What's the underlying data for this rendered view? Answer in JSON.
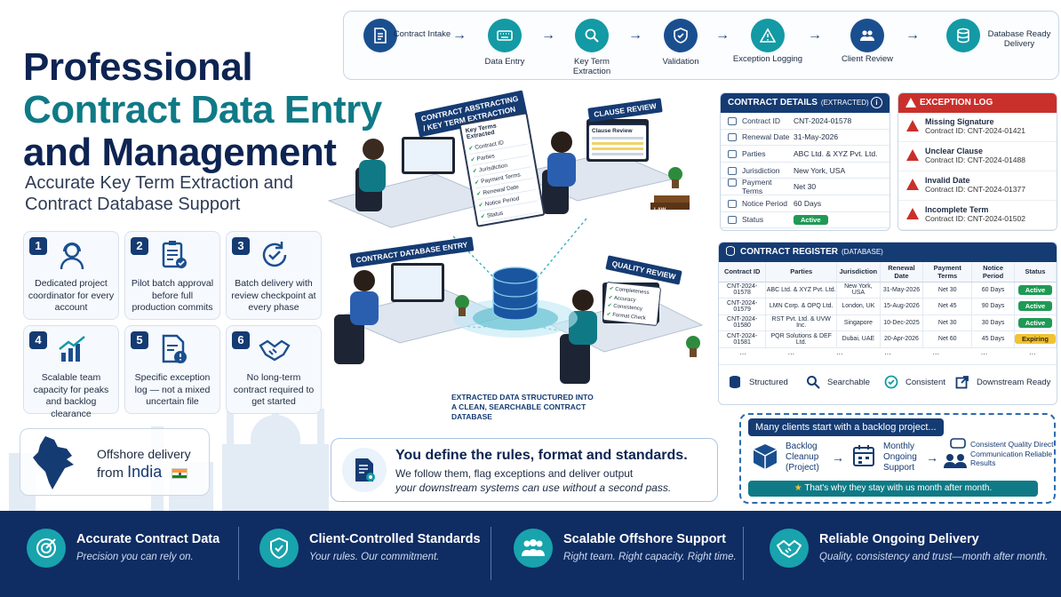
{
  "headline": {
    "line1": "Professional",
    "line2": "Contract Data Entry",
    "line3": "and Management",
    "sub1": "Accurate Key Term Extraction and",
    "sub2": "Contract Database Support"
  },
  "features": [
    {
      "num": "1",
      "text": "Dedicated project coordinator for every account",
      "icon": "headset-person-icon"
    },
    {
      "num": "2",
      "text": "Pilot batch approval before full production commits",
      "icon": "clipboard-check-icon"
    },
    {
      "num": "3",
      "text": "Batch delivery with review checkpoint at every phase",
      "icon": "cycle-check-icon"
    },
    {
      "num": "4",
      "text": "Scalable team capacity for peaks and backlog clearance",
      "icon": "growth-chart-icon"
    },
    {
      "num": "5",
      "text": "Specific exception log — not a mixed uncertain file",
      "icon": "document-alert-icon"
    },
    {
      "num": "6",
      "text": "No long-term contract required to get started",
      "icon": "handshake-icon"
    }
  ],
  "flow": [
    {
      "label": "Contract Intake",
      "icon": "document-icon"
    },
    {
      "label": "Data Entry",
      "icon": "keyboard-icon"
    },
    {
      "label": "Key Term Extraction",
      "icon": "magnifier-icon"
    },
    {
      "label": "Validation",
      "icon": "shield-check-icon"
    },
    {
      "label": "Exception Logging",
      "icon": "warning-icon"
    },
    {
      "label": "Client Review",
      "icon": "people-icon"
    },
    {
      "label": "Database Ready Delivery",
      "icon": "database-icon"
    }
  ],
  "scene": {
    "tag_abstract": "CONTRACT ABSTRACTING / KEY TERM EXTRACTION",
    "tag_clause": "CLAUSE REVIEW",
    "tag_dbentry": "CONTRACT DATABASE ENTRY",
    "tag_quality": "QUALITY REVIEW",
    "key_terms_title": "Key Terms Extracted",
    "key_terms": [
      "Contract ID",
      "Parties",
      "Jurisdiction",
      "Payment Terms",
      "Renewal Date",
      "Notice Period",
      "Status"
    ],
    "clause_review_title": "Clause Review",
    "quality_items": [
      "Completeness",
      "Accuracy",
      "Consistency",
      "Format Check"
    ],
    "book_label": "LAW",
    "caption": "EXTRACTED DATA STRUCTURED INTO A CLEAN, SEARCHABLE CONTRACT DATABASE"
  },
  "details": {
    "title": "CONTRACT DETAILS",
    "tag": "(EXTRACTED)",
    "rows": [
      {
        "k": "Contract ID",
        "v": "CNT-2024-01578"
      },
      {
        "k": "Renewal Date",
        "v": "31-May-2026"
      },
      {
        "k": "Parties",
        "v": "ABC Ltd. & XYZ Pvt. Ltd."
      },
      {
        "k": "Jurisdiction",
        "v": "New York, USA"
      },
      {
        "k": "Payment Terms",
        "v": "Net 30"
      },
      {
        "k": "Notice Period",
        "v": "60 Days"
      },
      {
        "k": "Status",
        "v": "Active"
      }
    ]
  },
  "exceptions": {
    "title": "EXCEPTION LOG",
    "items": [
      {
        "title": "Missing Signature",
        "sub": "Contract ID: CNT-2024-01421"
      },
      {
        "title": "Unclear Clause",
        "sub": "Contract ID: CNT-2024-01488"
      },
      {
        "title": "Invalid Date",
        "sub": "Contract ID: CNT-2024-01377"
      },
      {
        "title": "Incomplete Term",
        "sub": "Contract ID: CNT-2024-01502"
      }
    ]
  },
  "register": {
    "title": "CONTRACT REGISTER",
    "tag": "(DATABASE)",
    "columns": [
      "Contract ID",
      "Parties",
      "Jurisdiction",
      "Renewal Date",
      "Payment Terms",
      "Notice Period",
      "Status"
    ],
    "rows": [
      [
        "CNT-2024-01578",
        "ABC Ltd. & XYZ Pvt. Ltd.",
        "New York, USA",
        "31-May-2026",
        "Net 30",
        "60 Days",
        "Active"
      ],
      [
        "CNT-2024-01579",
        "LMN Corp. & OPQ Ltd.",
        "London, UK",
        "15-Aug-2026",
        "Net 45",
        "90 Days",
        "Active"
      ],
      [
        "CNT-2024-01580",
        "RST Pvt. Ltd. & UVW Inc.",
        "Singapore",
        "10-Dec-2025",
        "Net 30",
        "30 Days",
        "Active"
      ],
      [
        "CNT-2024-01581",
        "PQR Solutions & DEF Ltd.",
        "Dubai, UAE",
        "20-Apr-2026",
        "Net 60",
        "45 Days",
        "Expiring"
      ]
    ],
    "ellipsis": "...",
    "features": [
      {
        "label": "Structured",
        "icon": "database-icon"
      },
      {
        "label": "Searchable",
        "icon": "magnifier-icon"
      },
      {
        "label": "Consistent",
        "icon": "check-circle-icon"
      },
      {
        "label": "Downstream Ready",
        "icon": "export-icon"
      }
    ]
  },
  "backlog": {
    "head": "Many clients start with a backlog project...",
    "step1": "Backlog Cleanup (Project)",
    "step2": "Monthly Ongoing Support",
    "step3": "Consistent Quality Direct Communication Reliable Results",
    "foot": "That's why they stay with us month after month."
  },
  "india": {
    "line1": "Offshore delivery",
    "line2a": "from ",
    "line2b": "India"
  },
  "rules": {
    "title": "You define the rules, format and standards.",
    "line1": "We follow them, flag exceptions and deliver output",
    "line2": "your downstream systems can use without a second pass."
  },
  "bottom": [
    {
      "title": "Accurate Contract Data",
      "sub": "Precision you can rely on.",
      "icon": "target-icon"
    },
    {
      "title": "Client-Controlled Standards",
      "sub": "Your rules. Our commitment.",
      "icon": "shield-check-icon"
    },
    {
      "title": "Scalable Offshore Support",
      "sub": "Right team. Right capacity. Right time.",
      "icon": "team-icon"
    },
    {
      "title": "Reliable Ongoing Delivery",
      "sub": "Quality, consistency and trust—month after month.",
      "icon": "handshake-icon"
    }
  ],
  "colors": {
    "navy": "#0d2452",
    "teal": "#0f7a86",
    "accent": "#18a3ad",
    "alert": "#c9302c",
    "active": "#1f9a55",
    "expiring": "#f1c232"
  }
}
